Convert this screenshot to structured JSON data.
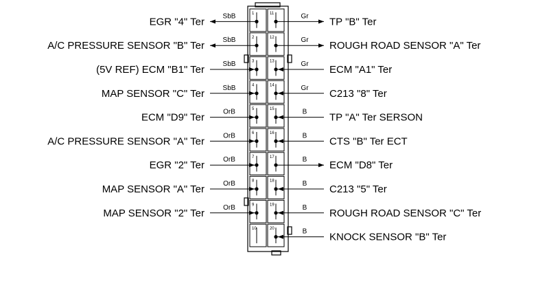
{
  "connector": {
    "left_pins": [
      {
        "pin": "1",
        "label": "EGR \"4\" Ter",
        "wire": "SbB",
        "direction": "out"
      },
      {
        "pin": "2",
        "label": "A/C PRESSURE SENSOR \"B\" Ter",
        "wire": "SbB",
        "direction": "out"
      },
      {
        "pin": "3",
        "label": "(5V REF) ECM \"B1\" Ter",
        "wire": "SbB",
        "direction": "in"
      },
      {
        "pin": "4",
        "label": "MAP SENSOR \"C\" Ter",
        "wire": "SbB",
        "direction": "in"
      },
      {
        "pin": "5",
        "label": "ECM \"D9\" Ter",
        "wire": "OrB",
        "direction": "in"
      },
      {
        "pin": "6",
        "label": "A/C PRESSURE SENSOR \"A\" Ter",
        "wire": "OrB",
        "direction": "in"
      },
      {
        "pin": "7",
        "label": "EGR \"2\" Ter",
        "wire": "OrB",
        "direction": "in"
      },
      {
        "pin": "8",
        "label": "MAP SENSOR \"A\" Ter",
        "wire": "OrB",
        "direction": "in"
      },
      {
        "pin": "9",
        "label": "MAP SENSOR \"2\" Ter",
        "wire": "OrB",
        "direction": "in"
      },
      {
        "pin": "10",
        "label": "",
        "wire": "",
        "direction": "none"
      }
    ],
    "right_pins": [
      {
        "pin": "11",
        "label": "TP \"B\" Ter",
        "wire": "Gr",
        "direction": "out"
      },
      {
        "pin": "12",
        "label": "ROUGH ROAD SENSOR \"A\" Ter",
        "wire": "Gr",
        "direction": "out"
      },
      {
        "pin": "13",
        "label": "ECM \"A1\" Ter",
        "wire": "Gr",
        "direction": "in"
      },
      {
        "pin": "14",
        "label": "C213 \"8\" Ter",
        "wire": "Gr",
        "direction": "in"
      },
      {
        "pin": "15",
        "label": "TP \"A\" Ter SERSON",
        "wire": "B",
        "direction": "in"
      },
      {
        "pin": "16",
        "label": "CTS \"B\" Ter ECT",
        "wire": "B",
        "direction": "in"
      },
      {
        "pin": "17",
        "label": "ECM \"D8\" Ter",
        "wire": "B",
        "direction": "out"
      },
      {
        "pin": "18",
        "label": "C213 \"5\" Ter",
        "wire": "B",
        "direction": "in"
      },
      {
        "pin": "19",
        "label": "ROUGH ROAD SENSOR \"C\" Ter",
        "wire": "B",
        "direction": "in"
      },
      {
        "pin": "20",
        "label": "KNOCK SENSOR \"B\" Ter",
        "wire": "B",
        "direction": "in"
      }
    ]
  }
}
